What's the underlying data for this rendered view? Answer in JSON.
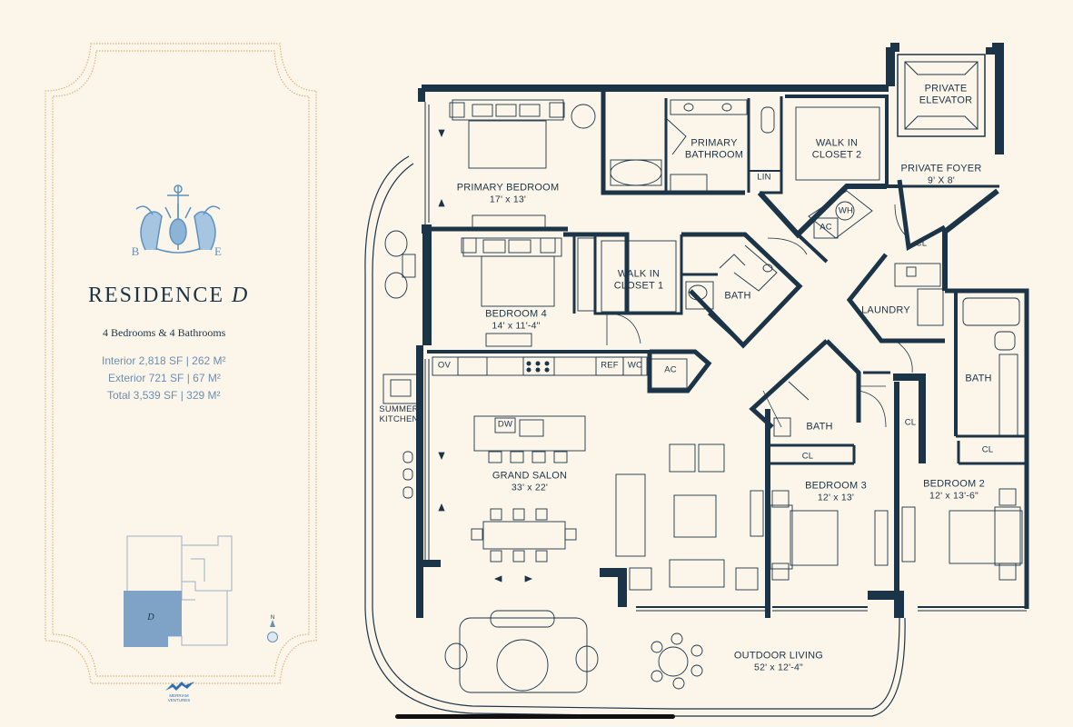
{
  "title": {
    "prefix": "RESIDENCE",
    "unit": "D"
  },
  "subtitle": "4 Bedrooms & 4 Bathrooms",
  "areas": {
    "interior": "Interior  2,818 SF  |  262 M²",
    "exterior": "Exterior  721 SF  |  67 M²",
    "total": "Total  3,539 SF  |  329 M²"
  },
  "logo": {
    "left_letter": "B",
    "right_letter": "E",
    "icon": "crest-herons-pineapple-icon"
  },
  "keyplan": {
    "unit_label": "D",
    "highlight_color": "#7ea3c6",
    "compass": "N"
  },
  "developer_logo": {
    "line1": "MERRIAM",
    "line2": "VENTURES"
  },
  "colors": {
    "background": "#fcf5ea",
    "wall": "#1c3447",
    "frame": "#e3b27a",
    "accent": "#6a8fb3"
  },
  "rooms": {
    "primary_bedroom": {
      "name": "PRIMARY BEDROOM",
      "dim": "17' x 13'"
    },
    "primary_bathroom": {
      "line1": "PRIMARY",
      "line2": "BATHROOM"
    },
    "lin": "LIN",
    "walk_in_closet_2": {
      "line1": "WALK IN",
      "line2": "CLOSET 2"
    },
    "private_elevator": {
      "line1": "PRIVATE",
      "line2": "ELEVATOR"
    },
    "private_foyer": {
      "name": "PRIVATE FOYER",
      "dim": "9' X 8'"
    },
    "ac_1": "AC",
    "wh": "WH",
    "cl_foyer": "CL",
    "bedroom_4": {
      "name": "BEDROOM 4",
      "dim": "14' x 11'-4\""
    },
    "walk_in_closet_1": {
      "line1": "WALK IN",
      "line2": "CLOSET 1"
    },
    "bath_center": "BATH",
    "laundry": "LAUNDRY",
    "bath_right": "BATH",
    "ov": "OV",
    "ref": "REF",
    "wc": "WC",
    "ac_2": "AC",
    "summer_kitchen": {
      "line1": "SUMMER",
      "line2": "KITCHEN"
    },
    "dw": "DW",
    "grand_salon": {
      "name": "GRAND SALON",
      "dim": "33' x 22'"
    },
    "bath_3": "BATH",
    "cl_bed3": "CL",
    "bedroom_3": {
      "name": "BEDROOM 3",
      "dim": "12' x 13'"
    },
    "cl_bed2_side": "CL",
    "cl_bed2": "CL",
    "bedroom_2": {
      "name": "BEDROOM 2",
      "dim": "12' x 13'-6\""
    },
    "outdoor_living": {
      "name": "OUTDOOR LIVING",
      "dim": "52' x 12'-4\""
    }
  }
}
